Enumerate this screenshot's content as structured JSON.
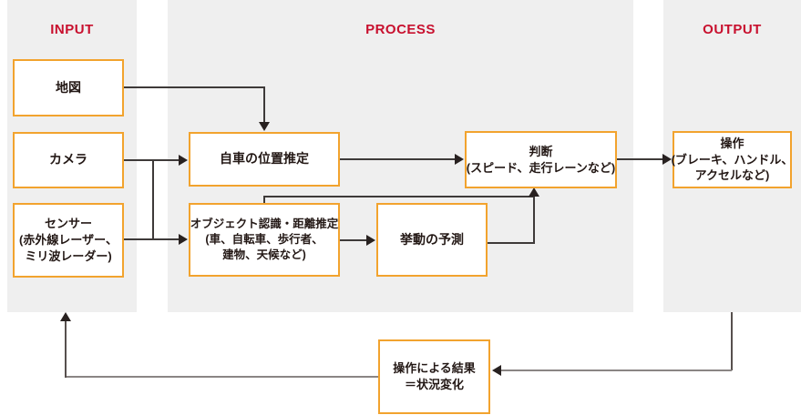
{
  "columns": [
    {
      "id": "input",
      "label": "INPUT"
    },
    {
      "id": "process",
      "label": "PROCESS"
    },
    {
      "id": "output",
      "label": "OUTPUT"
    }
  ],
  "nodes": {
    "map": {
      "lines": [
        "地図"
      ]
    },
    "camera": {
      "lines": [
        "カメラ"
      ]
    },
    "sensor": {
      "lines": [
        "センサー",
        "(赤外線レーザー、",
        "ミリ波レーダー)"
      ]
    },
    "localization": {
      "lines": [
        "自車の位置推定"
      ]
    },
    "object_recognition": {
      "lines": [
        "オブジェクト認識・距離推定",
        "(車、自転車、歩行者、",
        "建物、天候など)"
      ]
    },
    "behavior_prediction": {
      "lines": [
        "挙動の予測"
      ]
    },
    "judgment": {
      "lines": [
        "判断",
        "(スピード、走行レーンなど)"
      ]
    },
    "operation": {
      "lines": [
        "操作",
        "(ブレーキ、ハンドル、",
        "アクセルなど)"
      ]
    },
    "result": {
      "lines": [
        "操作による結果",
        "＝状況変化"
      ]
    }
  },
  "edges": [
    "map -> localization",
    "camera -> localization",
    "camera -> object_recognition",
    "sensor -> object_recognition",
    "sensor -> localization",
    "localization -> judgment",
    "object_recognition -> behavior_prediction",
    "object_recognition -> judgment",
    "behavior_prediction -> judgment",
    "judgment -> operation",
    "operation -> result",
    "result -> input"
  ],
  "colors": {
    "col-bg": "#efefef",
    "accent": "#f2a32e",
    "header-red": "#c8102e",
    "text": "#231815",
    "arrow-dark": "#3e3a39",
    "arrow-gray": "#8a8584",
    "arrow-head": "#282120"
  }
}
